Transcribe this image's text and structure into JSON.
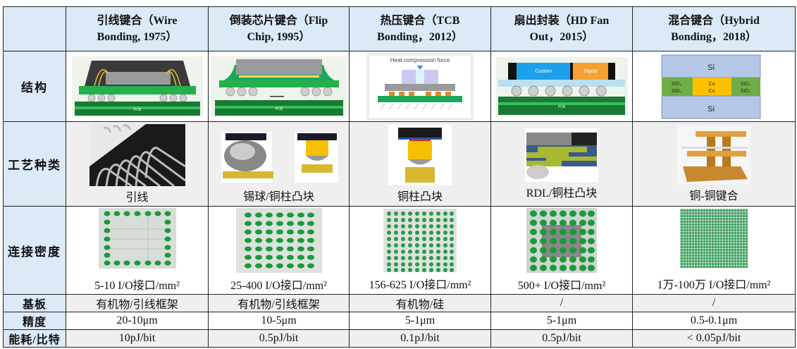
{
  "table": {
    "columns": [
      {
        "line1": "引线键合（Wire",
        "line2": "Bonding, 1975）"
      },
      {
        "line1": "倒装芯片键合（Flip",
        "line2": "Chip, 1995）"
      },
      {
        "line1": "热压键合（TCB",
        "line2": "Bonding，2012）"
      },
      {
        "line1": "扇出封装（HD Fan",
        "line2": "Out，2015）"
      },
      {
        "line1": "混合键合（Hybrid",
        "line2": "Bonding，2018）"
      }
    ],
    "row_labels": {
      "structure": "结构",
      "process": "工艺种类",
      "density": "连接密度",
      "substrate": "基板",
      "precision": "精度",
      "power": "能耗/比特"
    },
    "structure_diagrams": {
      "wire": {
        "pcb_label": "PCB"
      },
      "flip": {
        "pcb_label": "PCB"
      },
      "tcb": {
        "force_label": "Heat compression force"
      },
      "fanout": {
        "left_label": "Custom",
        "right_label": "Digital",
        "pcb_label": "PCB"
      },
      "hybrid": {
        "top": "Si",
        "bottom": "Si",
        "left1": "SiO₂",
        "left2": "SiO₂",
        "mid1": "Cu",
        "mid2": "Cu",
        "right1": "SiO₂",
        "right2": "SiO₂"
      }
    },
    "process": [
      "引线",
      "锡球/铜柱凸块",
      "铜柱凸块",
      "RDL/铜柱凸块",
      "铜-铜键合"
    ],
    "density": [
      "5-10 I/O接口/mm²",
      "25-400 I/O接口/mm²",
      "156-625 I/O接口/mm²",
      "500+ I/O接口/mm²",
      "1万-100万 I/O接口/mm²"
    ],
    "substrate": [
      "有机物/引线框架",
      "有机物/引线框架",
      "有机物/硅",
      "/",
      "/"
    ],
    "precision": [
      "20-10μm",
      "10-5μm",
      "5-1μm",
      "5-1μm",
      "0.5-0.1μm"
    ],
    "power": [
      "10pJ/bit",
      "0.5pJ/bit",
      "0.1pJ/bit",
      "0.5pJ/bit",
      "< 0.05pJ/bit"
    ]
  },
  "colors": {
    "header_bg": "#dce9f6",
    "alt_row_bg": "#efefef",
    "pcb_green": "#1f8a3a",
    "pad_green": "#1a9a3a",
    "copper": "#f5b800",
    "si_blue": "#b4c7e7",
    "sio2_green": "#70ad47"
  }
}
